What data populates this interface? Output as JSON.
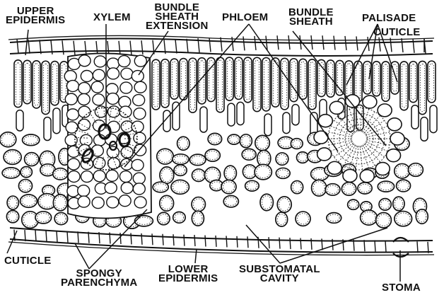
{
  "figure": {
    "labels": {
      "upper_epidermis": "UPPER\nEPIDERMIS",
      "xylem": "XYLEM",
      "bundle_sheath_extension": "BUNDLE\nSHEATH\nEXTENSION",
      "phloem": "PHLOEM",
      "bundle_sheath": "BUNDLE\nSHEATH",
      "palisade": "PALISADE",
      "cuticle_top": "CUTICLE",
      "cuticle_bottom": "CUTICLE",
      "spongy_parenchyma": "SPONGY\nPARENCHYMA",
      "lower_epidermis": "LOWER\nEPIDERMIS",
      "substomatal_cavity": "SUBSTOMATAL\nCAVITY",
      "stoma": "STOMA"
    },
    "colors": {
      "ink": "#111111",
      "paper": "#ffffff",
      "stipple": "#444444"
    }
  }
}
